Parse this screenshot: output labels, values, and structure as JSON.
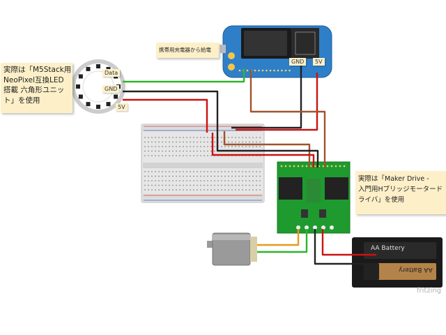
{
  "notes": {
    "left_lines": [
      "実際は「M5Stack用",
      "NeoPixel互換LED",
      "搭載 六角形ユニッ",
      "ト」を使用"
    ],
    "right_lines": [
      "実際は「Maker Drive -",
      "入門用Hブリッジモータード",
      "ライバ」を使用"
    ],
    "charger": "携帯用充電器から給電"
  },
  "led_ring": {
    "data": "Data",
    "gnd": "GND",
    "v5": "5V"
  },
  "controller": {
    "gnd": "GND",
    "v5": "5V"
  },
  "battery": {
    "label_top": "AA Battery",
    "label_bottom": "AA Battery"
  },
  "watermark": "fritzing",
  "colors": {
    "green_wire": "#2bb52b",
    "red_wire": "#cc1111",
    "black_wire": "#222222",
    "brown_wire": "#a0522d",
    "pcb_green": "#1f9a2f",
    "board_blue": "#2f7fc8"
  }
}
